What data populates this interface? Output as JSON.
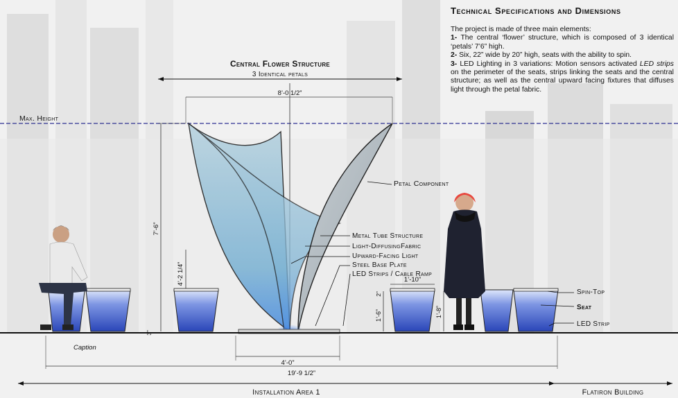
{
  "specs": {
    "title": "Technical Specifications and Dimensions",
    "intro": "The project is made of three main elements:",
    "items": [
      {
        "num": "1-",
        "text": "The central ‘flower’ structure, which is composed of 3 identical ‘petals’ 7’6” high."
      },
      {
        "num": "2-",
        "text": "Six, 22” wide by 20” high, seats with the ability to spin."
      },
      {
        "num": "3-",
        "text_a": "LED Lighting in 3 variations: Motion sensors activated ",
        "text_em": "LED strips",
        "text_b": " on the perimeter of the seats, strips linking the seats and the central structure; as well as the central upward facing fixtures that diffuses light through the petal fabric."
      }
    ]
  },
  "central": {
    "title": "Central Flower Structure",
    "subtitle": "3 Identical petals"
  },
  "labels": {
    "max_height": "Max. Height",
    "petal_component": "Petal Component",
    "metal_tube": "Metal Tube Structure",
    "fabric": "Light-DiffusingFabric",
    "upward_light": "Upward-Facing Light",
    "base_plate": "Steel Base Plate",
    "led_strips": "LED Strips / Cable Ramp",
    "spin_top": "Spin-Top",
    "seat": "Seat",
    "led_strip": "LED Strip",
    "caption": "Caption"
  },
  "dimensions": {
    "top_width": "8’-0 1/2”",
    "height": "7’-6”",
    "seat_offset": "4’-2 1/4”",
    "base_width": "4’-0”",
    "total_width": "19’-9 1/2”",
    "seat_width": "1’-10”",
    "spin_top_h": "2”",
    "seat_h": "1’-6”",
    "seat_h2": "1’-8”",
    "base_h": "3”"
  },
  "footer": {
    "area": "Installation Area 1",
    "building": "Flatiron Building"
  },
  "colors": {
    "max_line": "#2e3192",
    "seat_blue": "#2a46b8",
    "fabric_blue": "#7fb4d4",
    "ink": "#1a1a1a"
  }
}
